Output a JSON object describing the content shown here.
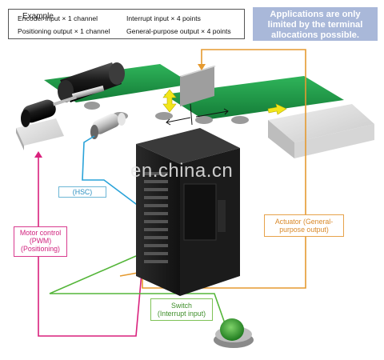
{
  "example": {
    "title": "Example",
    "items": [
      "Encoder input × 1 channel",
      "Interrupt input × 4 points",
      "Positioning output × 1 channel",
      "General-purpose output × 4 points"
    ]
  },
  "note": {
    "lines": [
      "Applications are only",
      "limited by the terminal",
      "allocations possible."
    ]
  },
  "labels": {
    "hsc": "(HSC)",
    "motor": [
      "Motor control",
      "(PWM)",
      "(Positioning)"
    ],
    "actuator": [
      "Actuator (General-",
      "purpose output)"
    ],
    "switch": [
      "Switch",
      "(Interrupt input)"
    ]
  },
  "watermark": "en.china.cn",
  "colors": {
    "belt": "#1e9a48",
    "hsc_line": "#2aa3d9",
    "motor_line": "#d9217d",
    "actuator_line": "#e59a30",
    "switch_line": "#55b63a",
    "note_bg": "#a9b8d9",
    "arrow": "#f2e61a"
  }
}
